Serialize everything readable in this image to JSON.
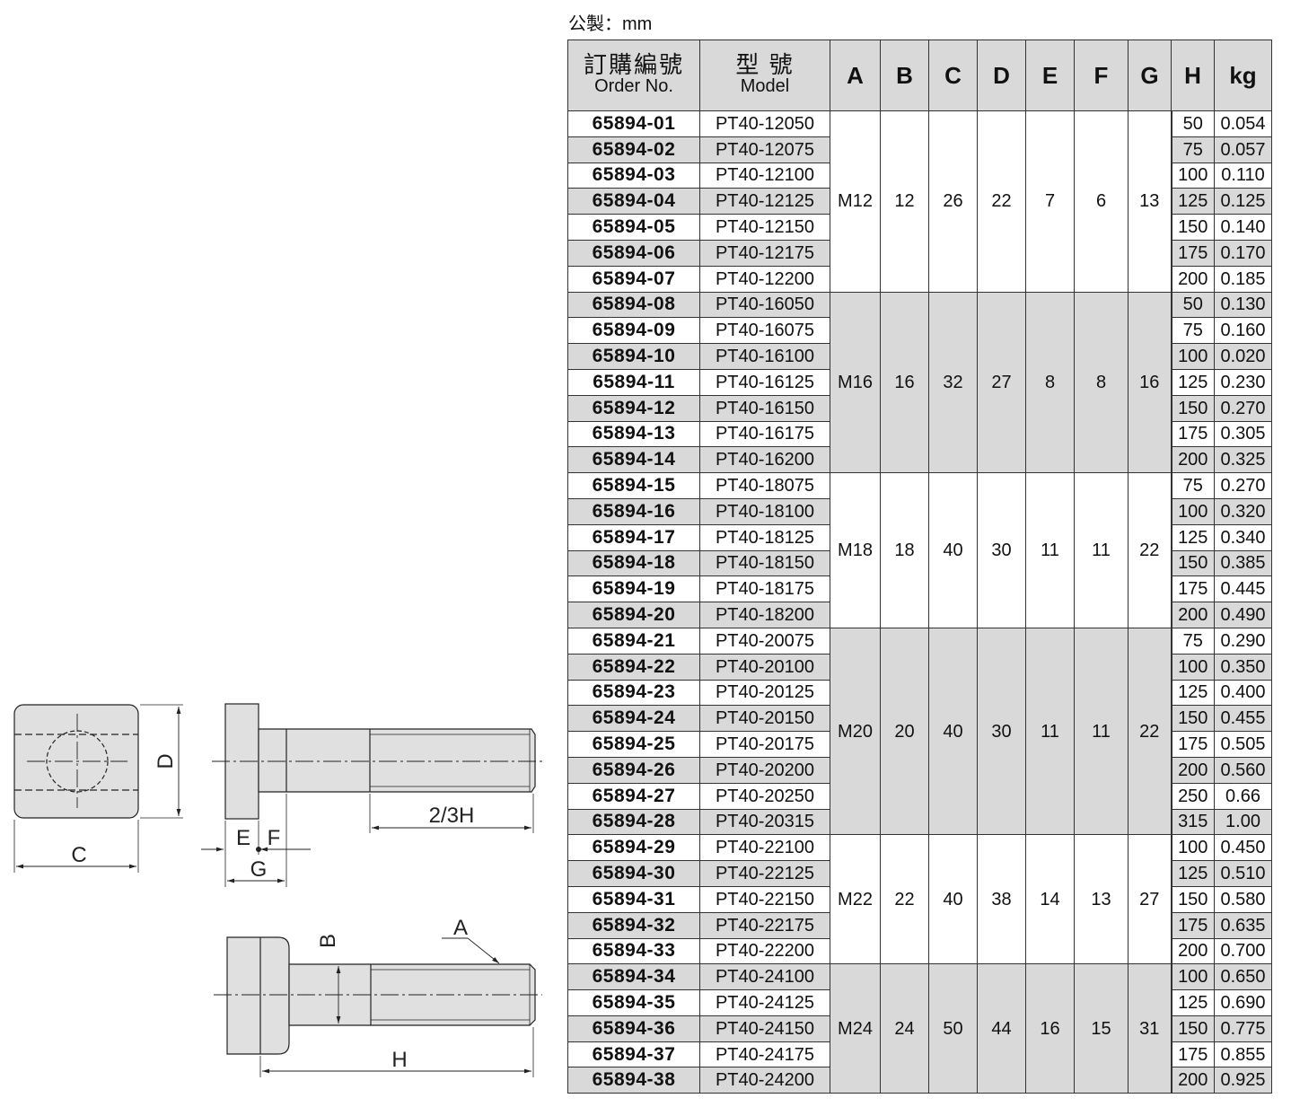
{
  "unit_label": "公製：mm",
  "drawing": {
    "labels": {
      "C": "C",
      "D": "D",
      "E": "E",
      "F": "F",
      "G": "G",
      "two_thirds_H": "2/3H",
      "A": "A",
      "B": "B",
      "H": "H"
    }
  },
  "table": {
    "headers": {
      "order_zh": "訂購編號",
      "order_en": "Order No.",
      "model_zh": "型 號",
      "model_en": "Model",
      "A": "A",
      "B": "B",
      "C": "C",
      "D": "D",
      "E": "E",
      "F": "F",
      "G": "G",
      "H": "H",
      "kg": "kg"
    },
    "groups": [
      {
        "A": "M12",
        "B": "12",
        "C": "26",
        "D": "22",
        "E": "7",
        "F": "6",
        "G": "13",
        "rows": [
          {
            "order": "65894-01",
            "model": "PT40-12050",
            "H": "50",
            "kg": "0.054"
          },
          {
            "order": "65894-02",
            "model": "PT40-12075",
            "H": "75",
            "kg": "0.057"
          },
          {
            "order": "65894-03",
            "model": "PT40-12100",
            "H": "100",
            "kg": "0.110"
          },
          {
            "order": "65894-04",
            "model": "PT40-12125",
            "H": "125",
            "kg": "0.125"
          },
          {
            "order": "65894-05",
            "model": "PT40-12150",
            "H": "150",
            "kg": "0.140"
          },
          {
            "order": "65894-06",
            "model": "PT40-12175",
            "H": "175",
            "kg": "0.170"
          },
          {
            "order": "65894-07",
            "model": "PT40-12200",
            "H": "200",
            "kg": "0.185"
          }
        ]
      },
      {
        "A": "M16",
        "B": "16",
        "C": "32",
        "D": "27",
        "E": "8",
        "F": "8",
        "G": "16",
        "rows": [
          {
            "order": "65894-08",
            "model": "PT40-16050",
            "H": "50",
            "kg": "0.130"
          },
          {
            "order": "65894-09",
            "model": "PT40-16075",
            "H": "75",
            "kg": "0.160"
          },
          {
            "order": "65894-10",
            "model": "PT40-16100",
            "H": "100",
            "kg": "0.020"
          },
          {
            "order": "65894-11",
            "model": "PT40-16125",
            "H": "125",
            "kg": "0.230"
          },
          {
            "order": "65894-12",
            "model": "PT40-16150",
            "H": "150",
            "kg": "0.270"
          },
          {
            "order": "65894-13",
            "model": "PT40-16175",
            "H": "175",
            "kg": "0.305"
          },
          {
            "order": "65894-14",
            "model": "PT40-16200",
            "H": "200",
            "kg": "0.325"
          }
        ]
      },
      {
        "A": "M18",
        "B": "18",
        "C": "40",
        "D": "30",
        "E": "11",
        "F": "11",
        "G": "22",
        "rows": [
          {
            "order": "65894-15",
            "model": "PT40-18075",
            "H": "75",
            "kg": "0.270"
          },
          {
            "order": "65894-16",
            "model": "PT40-18100",
            "H": "100",
            "kg": "0.320"
          },
          {
            "order": "65894-17",
            "model": "PT40-18125",
            "H": "125",
            "kg": "0.340"
          },
          {
            "order": "65894-18",
            "model": "PT40-18150",
            "H": "150",
            "kg": "0.385"
          },
          {
            "order": "65894-19",
            "model": "PT40-18175",
            "H": "175",
            "kg": "0.445"
          },
          {
            "order": "65894-20",
            "model": "PT40-18200",
            "H": "200",
            "kg": "0.490"
          }
        ]
      },
      {
        "A": "M20",
        "B": "20",
        "C": "40",
        "D": "30",
        "E": "11",
        "F": "11",
        "G": "22",
        "rows": [
          {
            "order": "65894-21",
            "model": "PT40-20075",
            "H": "75",
            "kg": "0.290"
          },
          {
            "order": "65894-22",
            "model": "PT40-20100",
            "H": "100",
            "kg": "0.350"
          },
          {
            "order": "65894-23",
            "model": "PT40-20125",
            "H": "125",
            "kg": "0.400"
          },
          {
            "order": "65894-24",
            "model": "PT40-20150",
            "H": "150",
            "kg": "0.455"
          },
          {
            "order": "65894-25",
            "model": "PT40-20175",
            "H": "175",
            "kg": "0.505"
          },
          {
            "order": "65894-26",
            "model": "PT40-20200",
            "H": "200",
            "kg": "0.560"
          },
          {
            "order": "65894-27",
            "model": "PT40-20250",
            "H": "250",
            "kg": "0.66"
          },
          {
            "order": "65894-28",
            "model": "PT40-20315",
            "H": "315",
            "kg": "1.00"
          }
        ]
      },
      {
        "A": "M22",
        "B": "22",
        "C": "40",
        "D": "38",
        "E": "14",
        "F": "13",
        "G": "27",
        "rows": [
          {
            "order": "65894-29",
            "model": "PT40-22100",
            "H": "100",
            "kg": "0.450"
          },
          {
            "order": "65894-30",
            "model": "PT40-22125",
            "H": "125",
            "kg": "0.510"
          },
          {
            "order": "65894-31",
            "model": "PT40-22150",
            "H": "150",
            "kg": "0.580"
          },
          {
            "order": "65894-32",
            "model": "PT40-22175",
            "H": "175",
            "kg": "0.635"
          },
          {
            "order": "65894-33",
            "model": "PT40-22200",
            "H": "200",
            "kg": "0.700"
          }
        ]
      },
      {
        "A": "M24",
        "B": "24",
        "C": "50",
        "D": "44",
        "E": "16",
        "F": "15",
        "G": "31",
        "rows": [
          {
            "order": "65894-34",
            "model": "PT40-24100",
            "H": "100",
            "kg": "0.650"
          },
          {
            "order": "65894-35",
            "model": "PT40-24125",
            "H": "125",
            "kg": "0.690"
          },
          {
            "order": "65894-36",
            "model": "PT40-24150",
            "H": "150",
            "kg": "0.775"
          },
          {
            "order": "65894-37",
            "model": "PT40-24175",
            "H": "175",
            "kg": "0.855"
          },
          {
            "order": "65894-38",
            "model": "PT40-24200",
            "H": "200",
            "kg": "0.925"
          }
        ]
      }
    ]
  }
}
